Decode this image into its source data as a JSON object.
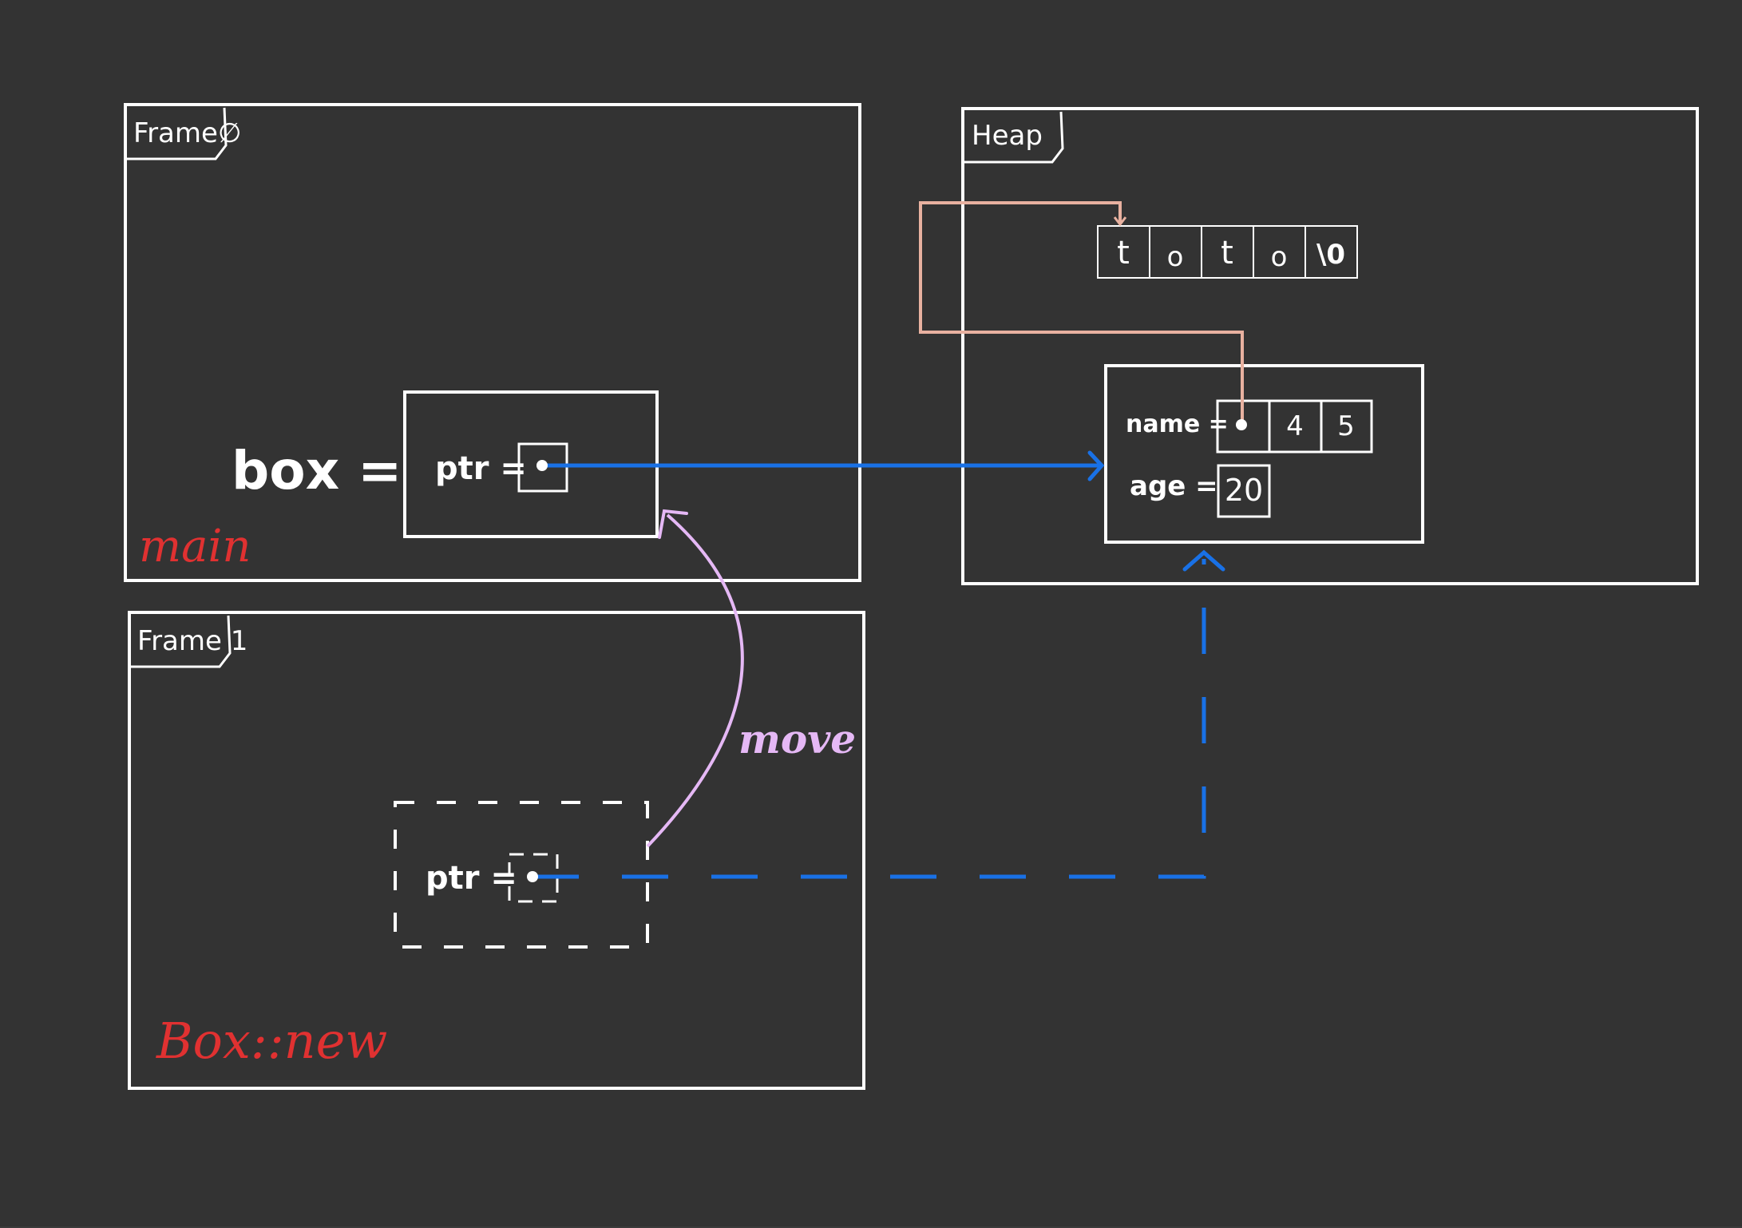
{
  "frames": {
    "frame0": {
      "tag": "Frame∅",
      "context_label": "main"
    },
    "frame1": {
      "tag": "Frame 1",
      "context_label": "Box::new"
    },
    "heap": {
      "tag": "Heap"
    }
  },
  "stack": {
    "box_assign": "box =",
    "ptr_label": "ptr =",
    "moved_ptr_label": "ptr ="
  },
  "heap_content": {
    "string_chars": [
      "t",
      "o",
      "t",
      "o",
      "\\0"
    ],
    "struct": {
      "name_label": "name =",
      "name_cells": [
        "4",
        "5"
      ],
      "age_label": "age =",
      "age_value": "20"
    }
  },
  "annotations": {
    "move": "move"
  },
  "colors": {
    "background": "#333333",
    "stroke": "#ffffff",
    "pointer": "#1971e6",
    "name_pointer": "#e8b1a0",
    "context_text": "#e03131",
    "move_arrow": "#e5b8f5"
  }
}
